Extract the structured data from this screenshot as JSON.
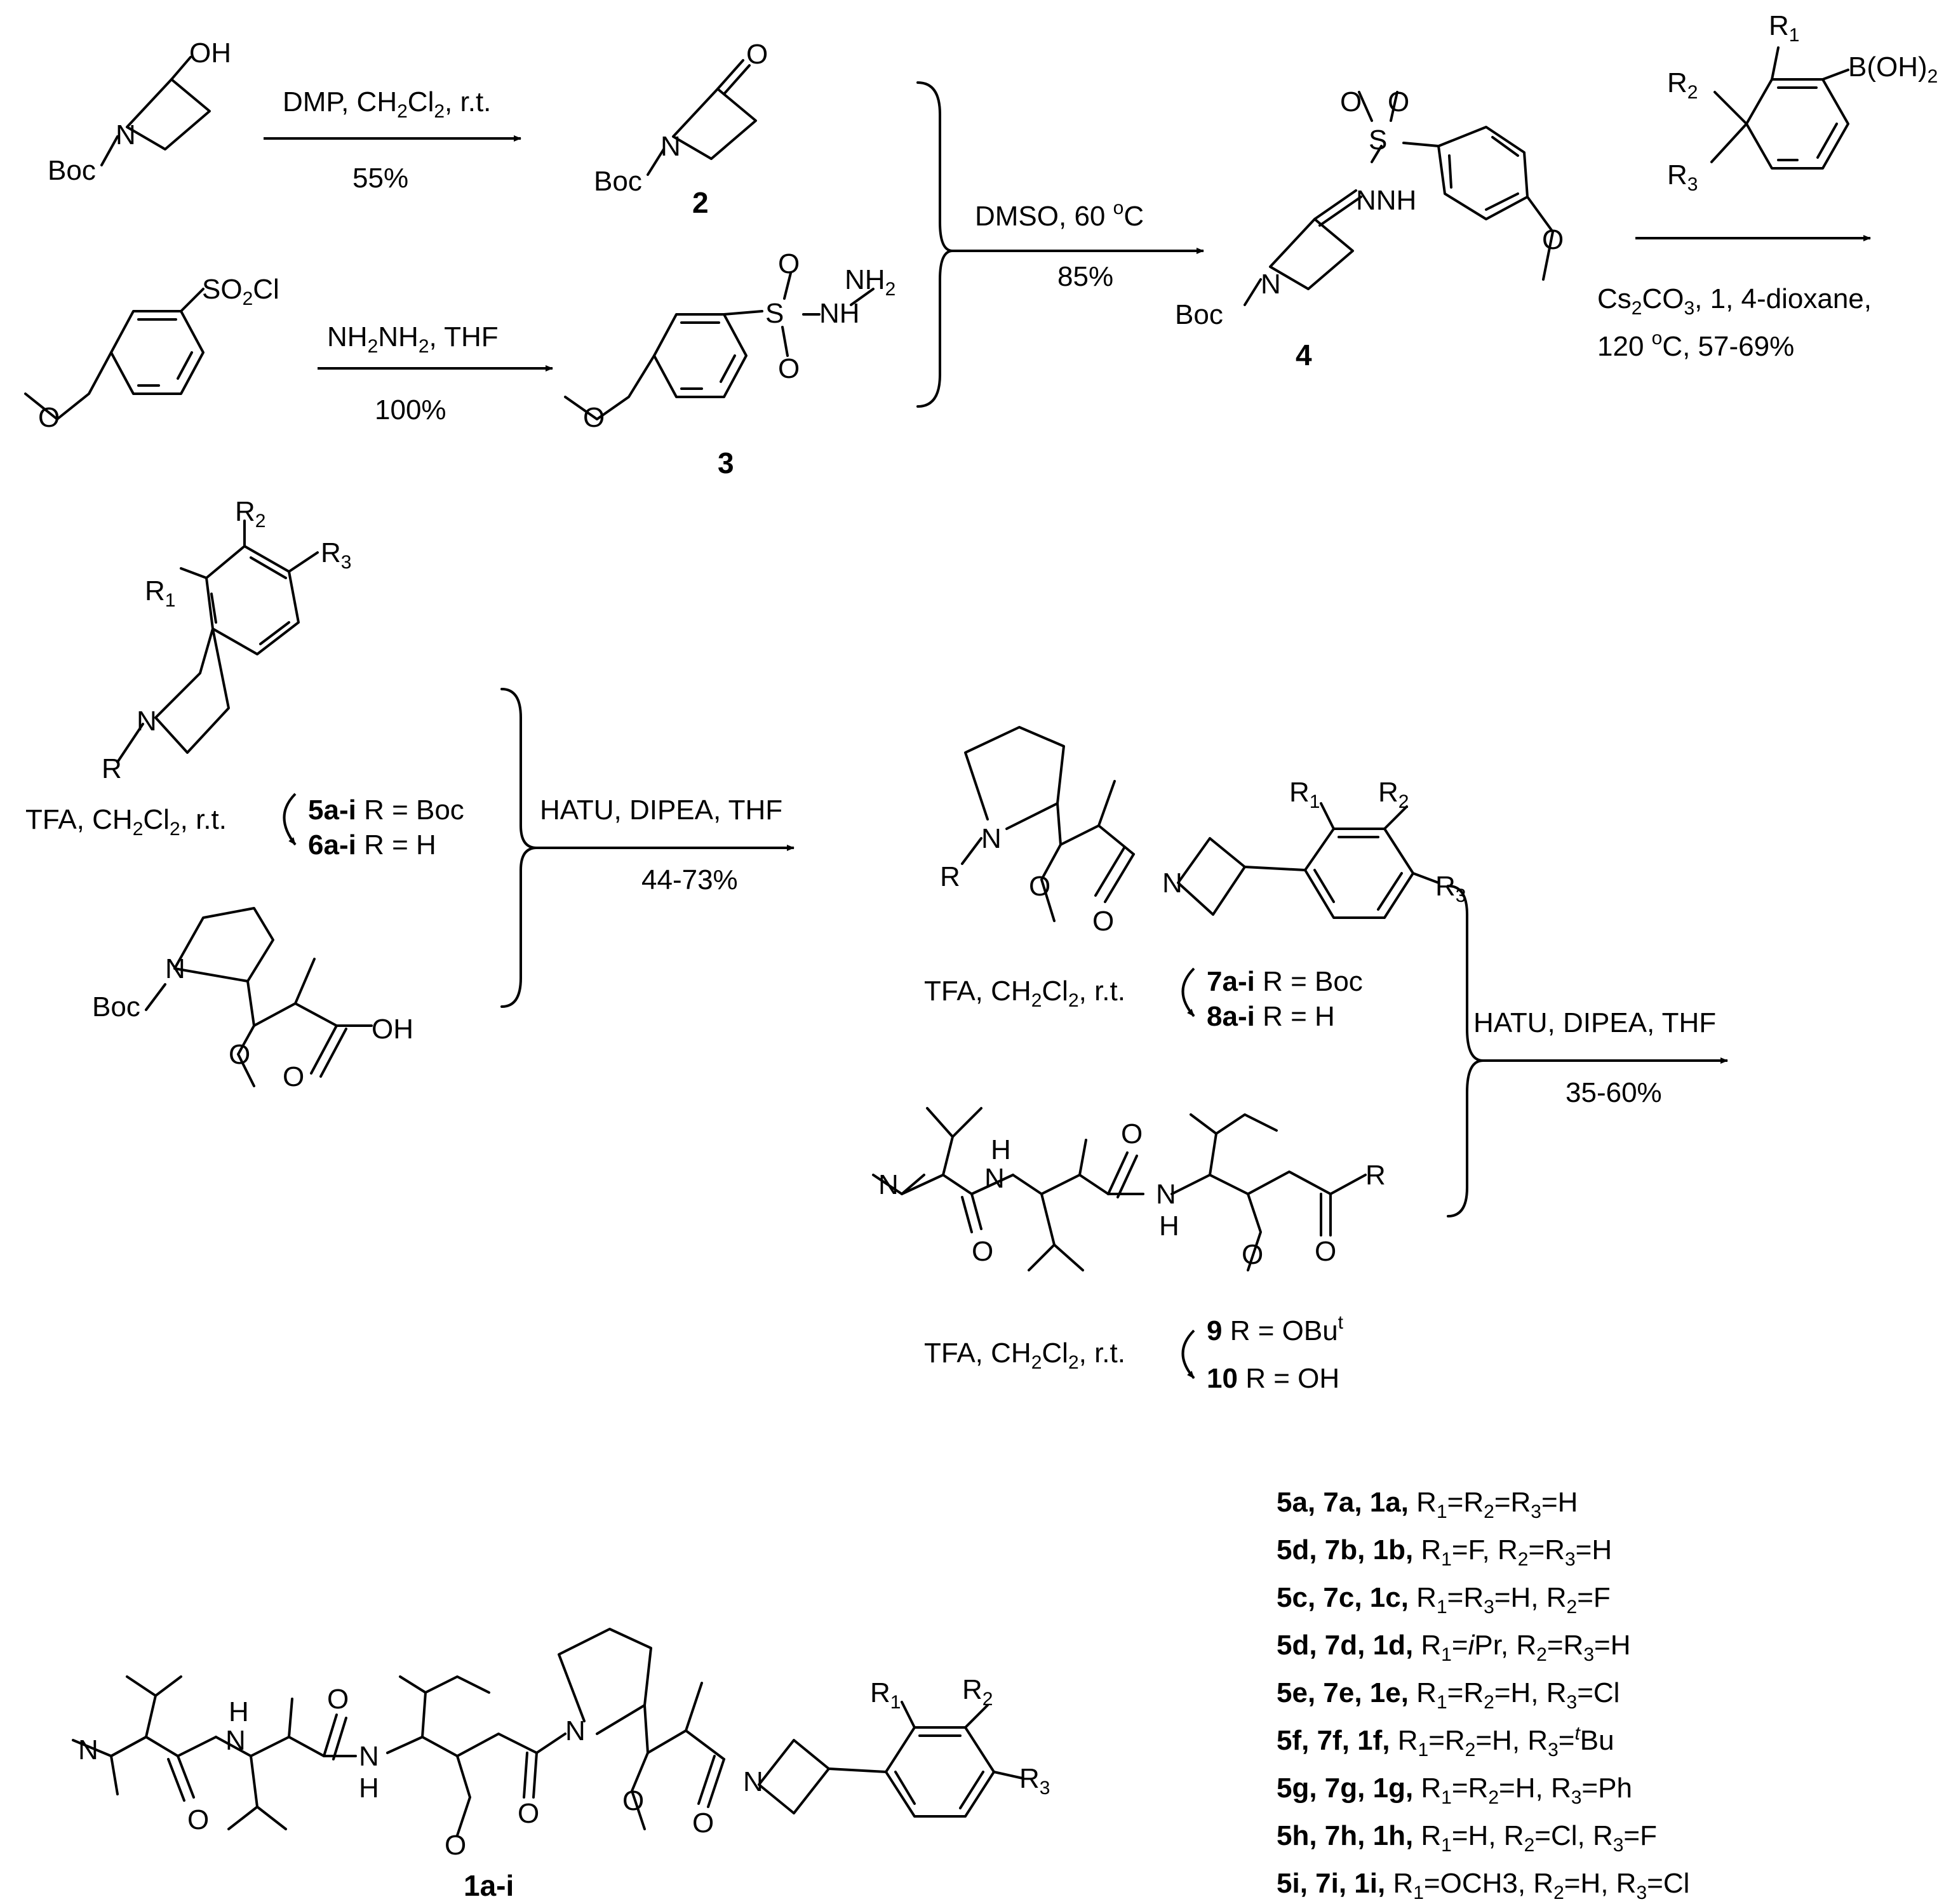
{
  "reactions": {
    "r1": {
      "conditions": "DMP, CH2Cl2, r.t.",
      "yield": "55%"
    },
    "r2": {
      "conditions": "NH2NH2, THF",
      "yield": "100%"
    },
    "r3": {
      "conditions": "DMSO, 60 oC",
      "yield": "85%"
    },
    "r4": {
      "conditions_line1": "Cs2CO3, 1, 4-dioxane,",
      "conditions_line2": "120 oC, 57-69%"
    },
    "r5": {
      "conditions": "HATU, DIPEA, THF",
      "yield": "44-73%"
    },
    "r6": {
      "conditions": "HATU, DIPEA, THF",
      "yield": "35-60%"
    },
    "deprotect": "TFA, CH2Cl2, r.t."
  },
  "compounds": {
    "c2": "2",
    "c3": "3",
    "c4": "4",
    "c5": {
      "id": "5a-i",
      "r": "R = Boc"
    },
    "c6": {
      "id": "6a-i",
      "r": "R = H"
    },
    "c7": {
      "id": "7a-i",
      "r": "R = Boc"
    },
    "c8": {
      "id": "8a-i",
      "r": "R = H"
    },
    "c9": {
      "id": "9",
      "r": "R = OBut"
    },
    "c10": {
      "id": "10",
      "r": "R = OH"
    },
    "c1": "1a-i"
  },
  "atoms": {
    "oh": "OH",
    "o": "O",
    "n": "N",
    "boc": "Boc",
    "so2cl": "SO2Cl",
    "s": "S",
    "nh": "NH",
    "nh2": "NH2",
    "nnh": "NNH",
    "b_oh2": "B(OH)2",
    "r": "R",
    "r1": "R1",
    "r2": "R2",
    "r3": "R3",
    "h": "H"
  },
  "substituents": [
    {
      "ids": "5a, 7a, 1a,",
      "desc": "R1=R2=R3=H"
    },
    {
      "ids": "5d, 7b, 1b,",
      "desc": "R1=F, R2=R3=H"
    },
    {
      "ids": "5c, 7c, 1c,",
      "desc": "R1=R3=H, R2=F"
    },
    {
      "ids": "5d, 7d, 1d,",
      "desc": "R1=iPr, R2=R3=H"
    },
    {
      "ids": "5e, 7e, 1e,",
      "desc": "R1=R2=H, R3=Cl"
    },
    {
      "ids": "5f, 7f, 1f,",
      "desc": "R1=R2=H, R3=tBu"
    },
    {
      "ids": "5g, 7g, 1g,",
      "desc": "R1=R2=H, R3=Ph"
    },
    {
      "ids": "5h, 7h, 1h,",
      "desc": "R1=H, R2=Cl, R3=F"
    },
    {
      "ids": "5i, 7i, 1i,",
      "desc": "R1=OCH3, R2=H, R3=Cl"
    }
  ]
}
